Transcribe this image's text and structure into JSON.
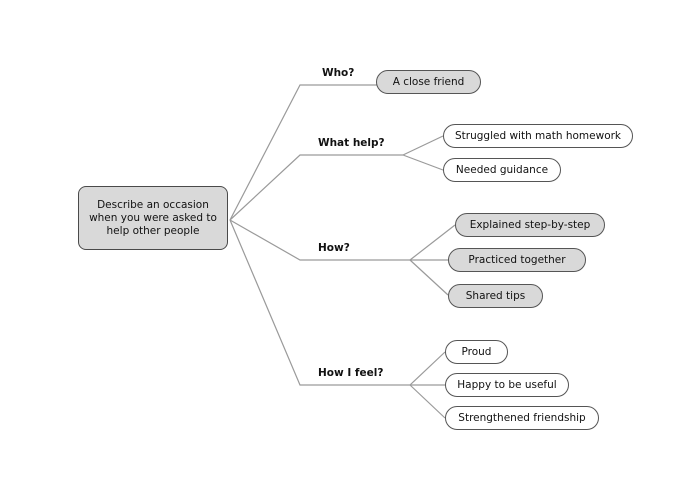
{
  "root": {
    "text": "Describe an occasion when you were asked to help other people"
  },
  "branches": [
    {
      "label": "Who?",
      "items": [
        "A close friend"
      ]
    },
    {
      "label": "What help?",
      "items": [
        "Struggled with math homework",
        "Needed guidance"
      ]
    },
    {
      "label": "How?",
      "items": [
        "Explained step-by-step",
        "Practiced together",
        "Shared tips"
      ]
    },
    {
      "label": "How I feel?",
      "items": [
        "Proud",
        "Happy to be useful",
        "Strengthened friendship"
      ]
    }
  ],
  "colors": {
    "line": "#9a9a9a",
    "filled_node": "#d9d9d9",
    "outline": "#555555"
  }
}
